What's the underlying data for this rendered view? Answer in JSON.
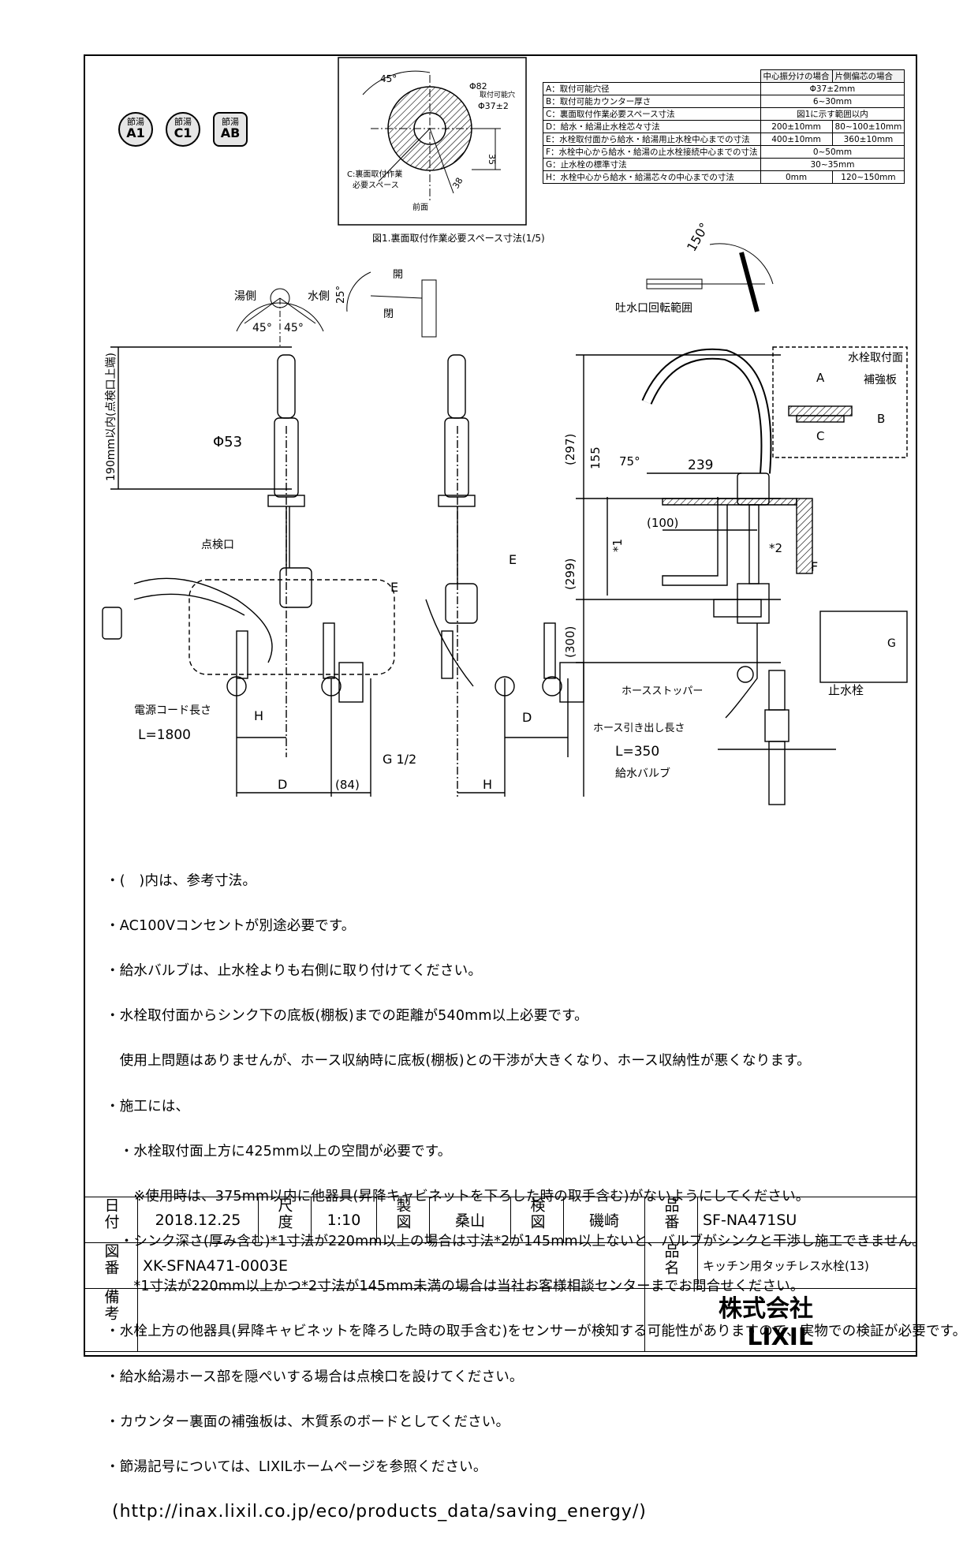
{
  "badges": [
    {
      "top": "節湯",
      "bottom": "A1"
    },
    {
      "top": "節湯",
      "bottom": "C1"
    },
    {
      "top": "節湯",
      "bottom": "AB"
    }
  ],
  "spec_table": {
    "header": [
      "中心振分けの場合",
      "片側偏芯の場合"
    ],
    "rows": [
      {
        "label": "A：取付可能穴径",
        "center": "Φ37±2mm",
        "side": ""
      },
      {
        "label": "B：取付可能カウンター厚さ",
        "center": "6~30mm",
        "side": ""
      },
      {
        "label": "C：裏面取付作業必要スペース寸法",
        "center": "図1に示す範囲以内",
        "side": ""
      },
      {
        "label": "D：給水・給湯止水栓芯々寸法",
        "center": "200±10mm",
        "side": "80~100±10mm"
      },
      {
        "label": "E：水栓取付面から給水・給湯用止水栓中心までの寸法",
        "center": "400±10mm",
        "side": "360±10mm"
      },
      {
        "label": "F：水栓中心から給水・給湯の止水栓接続中心までの寸法",
        "center": "0~50mm",
        "side": ""
      },
      {
        "label": "G：止水栓の標準寸法",
        "center": "30~35mm",
        "side": ""
      },
      {
        "label": "H：水栓中心から給水・給湯芯々の中心までの寸法",
        "center": "0mm",
        "side": "120~150mm"
      }
    ]
  },
  "fig1": {
    "caption": "図1.裏面取付作業必要スペース寸法(1/5)",
    "angle": "45°",
    "dia": "Φ82",
    "hole_note": "取付可能穴",
    "hole_dia": "Φ37±2",
    "dim35": "35",
    "dim38": "38",
    "space_note1": "C:裏面取付作業",
    "space_note2": "必要スペース",
    "front": "前面"
  },
  "drawing": {
    "hot_side": "湯側",
    "cold_side": "水側",
    "angle_45a": "45°",
    "angle_45b": "45°",
    "angle_25": "25°",
    "open": "開",
    "close": "閉",
    "angle_150": "150°",
    "spout_range": "吐水口回転範囲",
    "dim_190": "190mm以内(点検口上端)",
    "phi53": "Φ53",
    "inspection": "点検口",
    "E1": "E",
    "E2": "E",
    "dim_297": "(297)",
    "dim_155": "155",
    "dim_75": "75°",
    "dim_239": "239",
    "dim_100": "(100)",
    "star1": "*1",
    "star2": "*2",
    "dim_299": "(299)",
    "dim_300": "(300)",
    "F": "F",
    "A": "A",
    "B": "B",
    "C": "C",
    "G": "G",
    "mount_surface": "水栓取付面",
    "reinforce": "補強板",
    "hose_stopper": "ホースストッパー",
    "stop_valve": "止水栓",
    "hose_length": "ホース引き出し長さ",
    "hose_L": "L=350",
    "supply_valve": "給水バルブ",
    "power_cord": "電源コード長さ",
    "power_L": "L=1800",
    "H1": "H",
    "H2": "H",
    "D1": "D",
    "D2": "D",
    "D3": "D",
    "dim_84": "(84)",
    "G12": "G 1/2"
  },
  "notes": [
    "・(　)内は、参考寸法。",
    "・AC100Vコンセントが別途必要です。",
    "・給水バルブは、止水栓よりも右側に取り付けてください。",
    "・水栓取付面からシンク下の底板(棚板)までの距離が540mm以上必要です。",
    "　使用上問題はありませんが、ホース収納時に底板(棚板)との干渉が大きくなり、ホース収納性が悪くなります。",
    "・施工には、",
    "　・水栓取付面上方に425mm以上の空間が必要です。",
    "　　※使用時は、375mm以内に他器具(昇降キャビネットを下ろした時の取手含む)がないようにしてください。",
    "　・シンク深さ(厚み含む)*1寸法が220mm以上の場合は寸法*2が145mm以上ないと、バルブがシンクと干渉し施工できません。",
    "　　*1寸法が220mm以上かつ*2寸法が145mm未満の場合は当社お客様相談センターまでお問合せください。",
    "・水栓上方の他器具(昇降キャビネットを降ろした時の取手含む)をセンサーが検知する可能性がありますので、実物での検証が必要です。",
    "・給水給湯ホース部を隠ぺいする場合は点検口を設けてください。",
    "・カウンター裏面の補強板は、木質系のボードとしてください。",
    "・節湯記号については、LIXILホームページを参照ください。",
    " (http://inax.lixil.co.jp/eco/products_data/saving_energy/)"
  ],
  "title_block": {
    "date_label": "日付",
    "date": "2018.12.25",
    "scale_label": "尺度",
    "scale": "1:10",
    "drawn_label": "製図",
    "drawn": "桑山",
    "check_label": "検図",
    "check": "磯崎",
    "product_no_label": "品番",
    "product_no": "SF-NA471SU",
    "drawing_no_label": "図番",
    "drawing_no": "XK-SFNA471-0003E",
    "product_name_label": "品名",
    "product_name": "キッチン用タッチレス水栓(13)",
    "remarks_label": "備考",
    "company": "株式会社 LIXIL"
  }
}
